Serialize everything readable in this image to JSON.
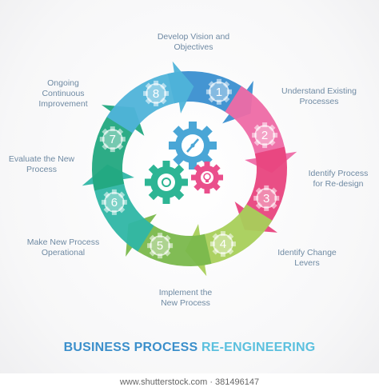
{
  "steps": [
    {
      "number": "1",
      "label": "Develop Vision and\nObjectives"
    },
    {
      "number": "2",
      "label": "Understand Existing\nProcesses"
    },
    {
      "number": "3",
      "label": "Identify Process\nfor Re-design"
    },
    {
      "number": "4",
      "label": "Identify Change\nLevers"
    },
    {
      "number": "5",
      "label": "Implement the\nNew Process"
    },
    {
      "number": "6",
      "label": "Make New Process\nOperational"
    },
    {
      "number": "7",
      "label": "Evaluate the New\nProcess"
    },
    {
      "number": "8",
      "label": "Ongoing\nContinuous\nImprovement"
    }
  ],
  "title": {
    "part1": "BUSINESS PROCESS ",
    "part2": "RE-ENGINEERING"
  },
  "watermark": "www.shutterstock.com · 381496147",
  "colors": {
    "arrow1": "#3a8fd0",
    "arrow2": "#ee6aa5",
    "arrow3": "#e8457e",
    "arrow4": "#a8cf5a",
    "arrow5": "#7ab84c",
    "arrow6": "#2fb6a5",
    "arrow7": "#22a87f",
    "arrow8": "#4fb3d9",
    "title_dark": "#3b8fcb",
    "title_light": "#5bc0de",
    "label_text": "#6f8aa3"
  },
  "icons": [
    "gear-icon",
    "compass-icon",
    "lightbulb-icon"
  ]
}
